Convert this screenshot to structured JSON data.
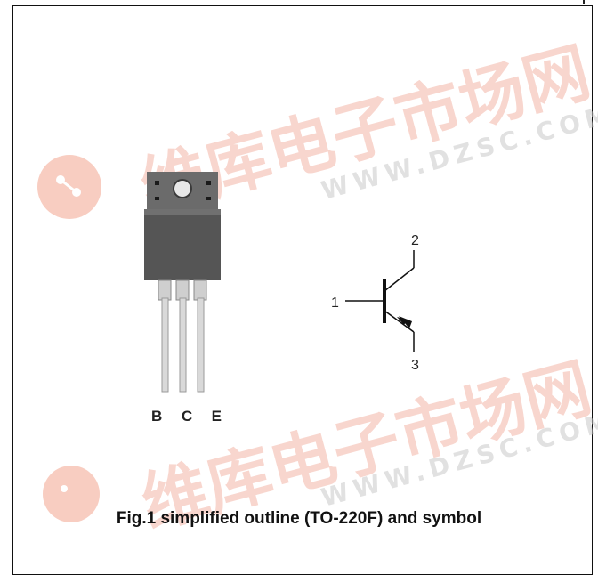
{
  "document": {
    "package_pin_labels": [
      "B",
      "C",
      "E"
    ],
    "symbol_pins": {
      "base": "1",
      "collector": "2",
      "emitter": "3"
    },
    "caption": "Fig.1 simplified outline (TO-220F) and symbol"
  },
  "watermark": {
    "chinese_text": "维库电子市场网",
    "url_text": "WWW.DZSC.COM",
    "color": "#f3b4a6"
  }
}
